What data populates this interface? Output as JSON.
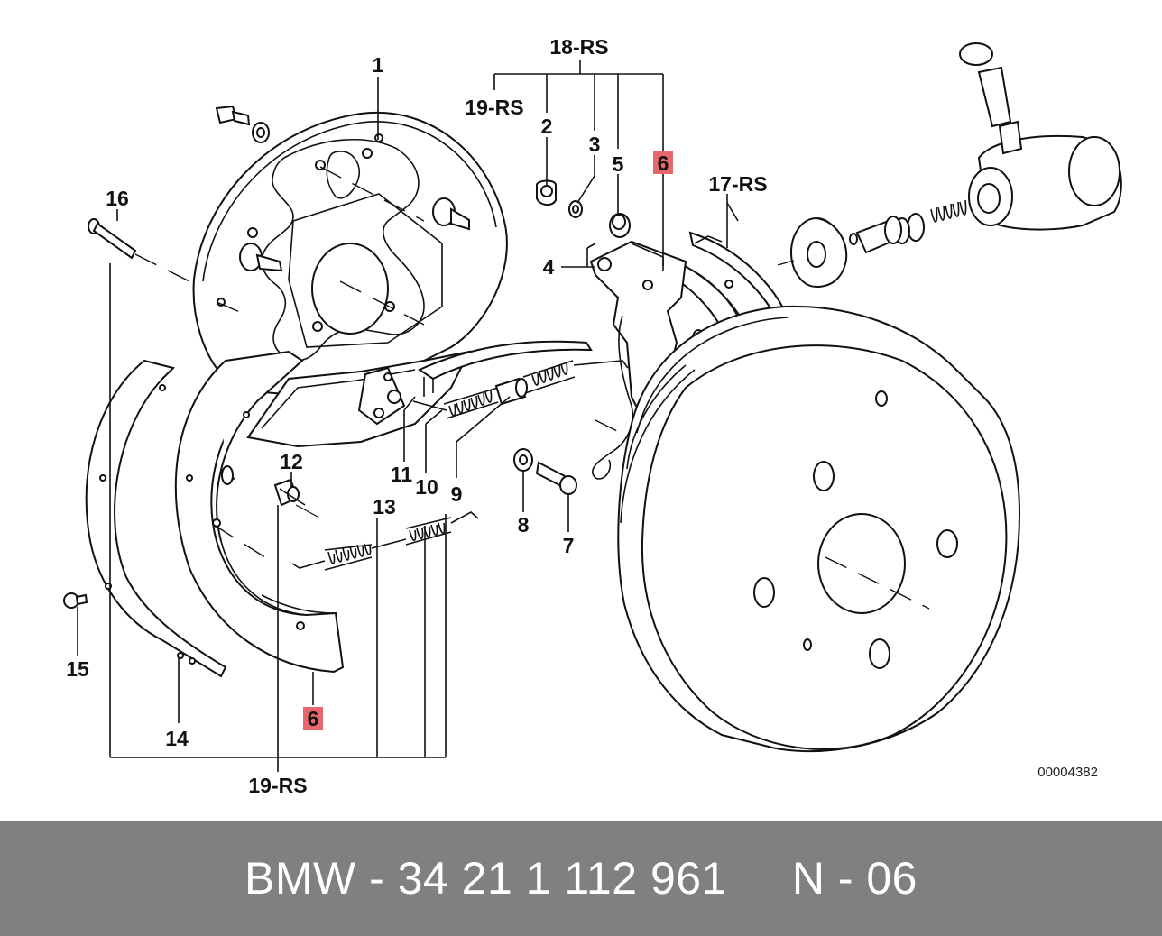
{
  "diagram": {
    "labels": {
      "l1": "1",
      "l2": "2",
      "l3": "3",
      "l4": "4",
      "l5": "5",
      "l6a": "6",
      "l6b": "6",
      "l7": "7",
      "l8": "8",
      "l9": "9",
      "l10": "10",
      "l11": "11",
      "l12": "12",
      "l13": "13",
      "l14": "14",
      "l15": "15",
      "l16": "16",
      "l17": "17-RS",
      "l18": "18-RS",
      "l19a": "19-RS",
      "l19b": "19-RS"
    },
    "doc_id": "00004382",
    "highlight_color": "#e8676f"
  },
  "footer": {
    "text": "BMW - 34 21 1 112 961     N - 06",
    "background": "#808080"
  }
}
